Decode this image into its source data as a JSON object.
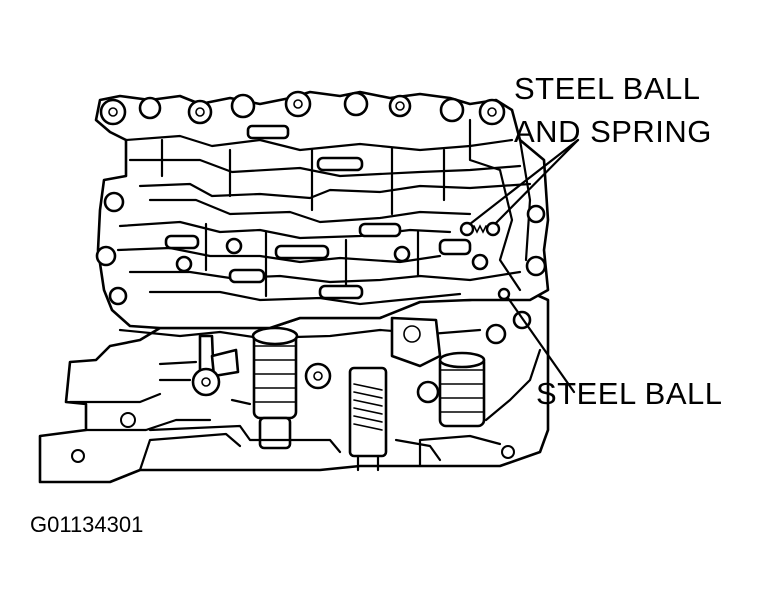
{
  "callouts": {
    "steel_ball_and_spring_line1": "STEEL BALL",
    "steel_ball_and_spring_line2": "AND SPRING",
    "steel_ball": "STEEL BALL"
  },
  "figure_id": "G01134301",
  "colors": {
    "ink": "#000000",
    "paper": "#ffffff"
  }
}
